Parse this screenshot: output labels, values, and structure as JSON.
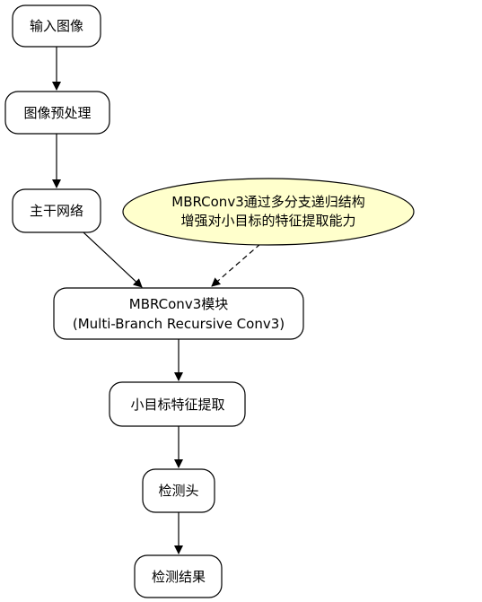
{
  "nodes": {
    "input_image": "输入图像",
    "preprocess": "图像预处理",
    "backbone": "主干网络",
    "mbrconv_line1": "MBRConv3模块",
    "mbrconv_line2": "(Multi-Branch Recursive Conv3)",
    "small_object": "小目标特征提取",
    "detection_head": "检测头",
    "detection_result": "检测结果"
  },
  "note": {
    "line1": "MBRConv3通过多分支递归结构",
    "line2": "增强对小目标的特征提取能力"
  },
  "colors": {
    "node_fill": "#ffffff",
    "note_fill": "#ffffcc",
    "stroke": "#000000"
  }
}
